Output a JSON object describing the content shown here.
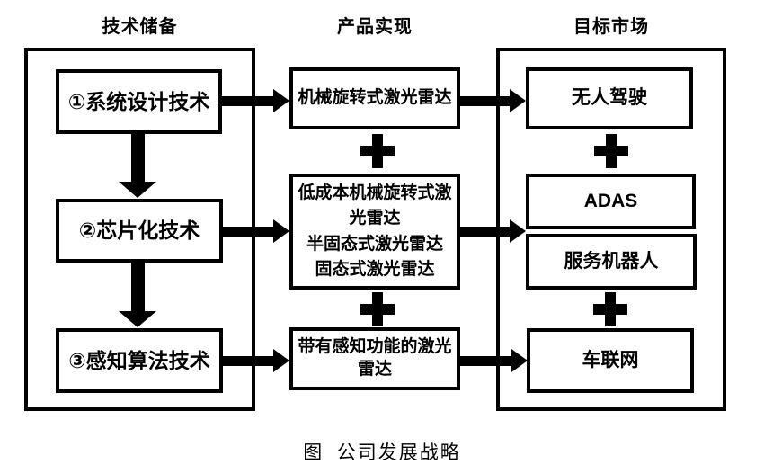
{
  "colors": {
    "ink": "#000000",
    "background": "#ffffff"
  },
  "headers": {
    "tech": "技术储备",
    "product": "产品实现",
    "market": "目标市场"
  },
  "tech": {
    "box1": "①系统设计技术",
    "box2": "②芯片化技术",
    "box3": "③感知算法技术"
  },
  "product": {
    "box1": "机械旋转式激光雷达",
    "box2": "低成本机械旋转式激光雷达\n半固态式激光雷达\n固态式激光雷达",
    "box3": "带有感知功能的激光雷达"
  },
  "market": {
    "box1": "无人驾驶",
    "box2": "ADAS",
    "box3": "服务机器人",
    "box4": "车联网"
  },
  "caption": "图  公司发展战略"
}
